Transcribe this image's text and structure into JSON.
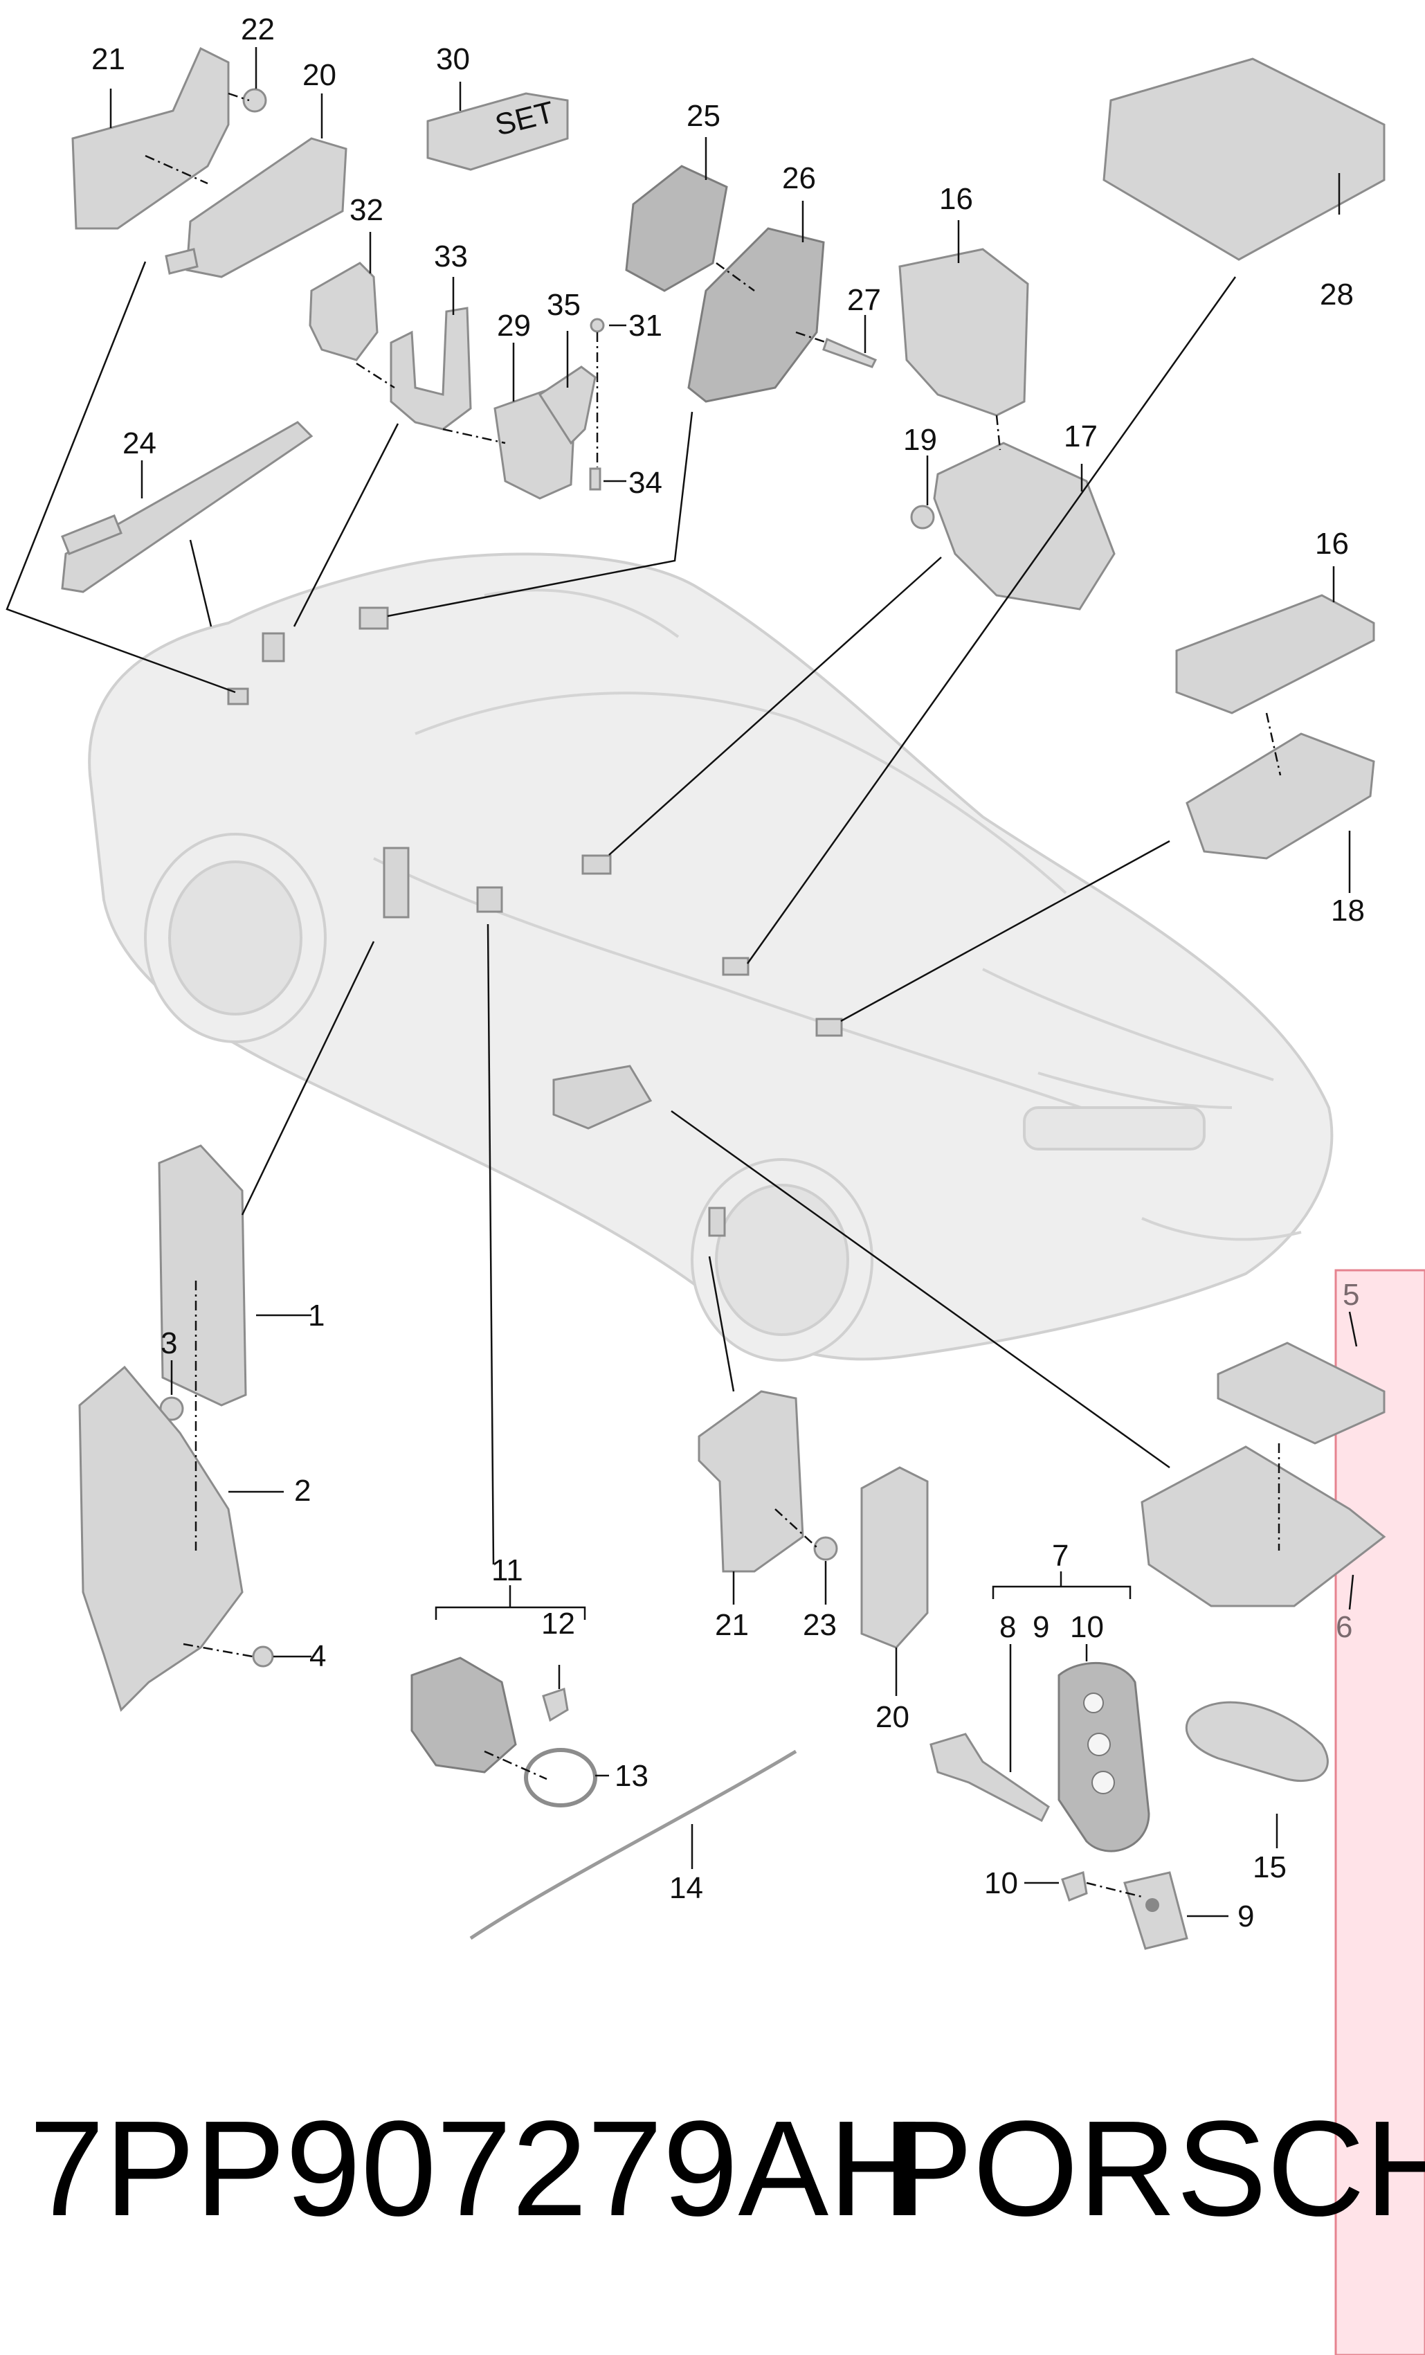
{
  "callouts": {
    "c1": "1",
    "c2": "2",
    "c3": "3",
    "c4": "4",
    "c5": "5",
    "c6": "6",
    "c7": "7",
    "c8": "8",
    "c9a": "9",
    "c10a": "10",
    "c9b": "9",
    "c10b": "10",
    "c11": "11",
    "c12": "12",
    "c13": "13",
    "c14": "14",
    "c15": "15",
    "c16a": "16",
    "c16b": "16",
    "c17": "17",
    "c18": "18",
    "c19": "19",
    "c20a": "20",
    "c20b": "20",
    "c21a": "21",
    "c21b": "21",
    "c22": "22",
    "c23": "23",
    "c24": "24",
    "c25": "25",
    "c26": "26",
    "c27": "27",
    "c28": "28",
    "c29": "29",
    "c30": "30",
    "c31": "31",
    "c32": "32",
    "c33": "33",
    "c34": "34",
    "c35": "35"
  },
  "set_box_label": "SET",
  "footer": {
    "part_number": "7PP907279AH",
    "brand": "PORSCHE"
  },
  "colors": {
    "highlight_fill": "#ffe3e8",
    "highlight_border": "#e6838f",
    "part_gray": "#d6d6d6",
    "car_body": "#eeeeee"
  }
}
